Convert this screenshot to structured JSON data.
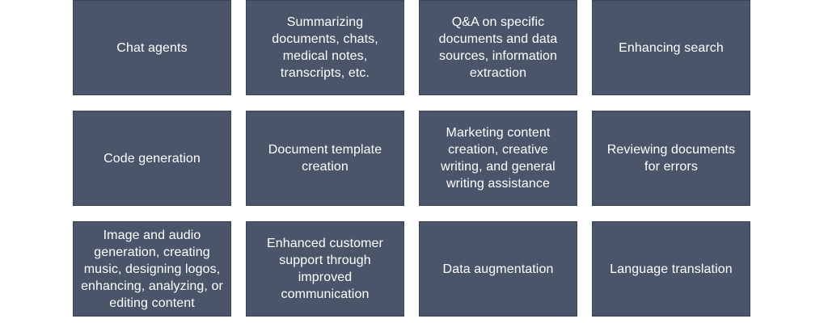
{
  "diagram": {
    "tiles": [
      {
        "label": "Chat agents"
      },
      {
        "label": "Summarizing documents, chats, medical notes, transcripts, etc."
      },
      {
        "label": "Q&A on specific documents and data sources, information extraction"
      },
      {
        "label": "Enhancing search"
      },
      {
        "label": "Code generation"
      },
      {
        "label": "Document template creation"
      },
      {
        "label": "Marketing content creation, creative writing, and general writing assistance"
      },
      {
        "label": "Reviewing documents for errors"
      },
      {
        "label": "Image and audio generation, creating music, designing logos, enhancing, analyzing, or editing content"
      },
      {
        "label": "Enhanced customer support through improved communication"
      },
      {
        "label": "Data augmentation"
      },
      {
        "label": "Language translation"
      }
    ],
    "colors": {
      "tile_fill": "#4b5569",
      "tile_text": "#ffffff"
    }
  }
}
